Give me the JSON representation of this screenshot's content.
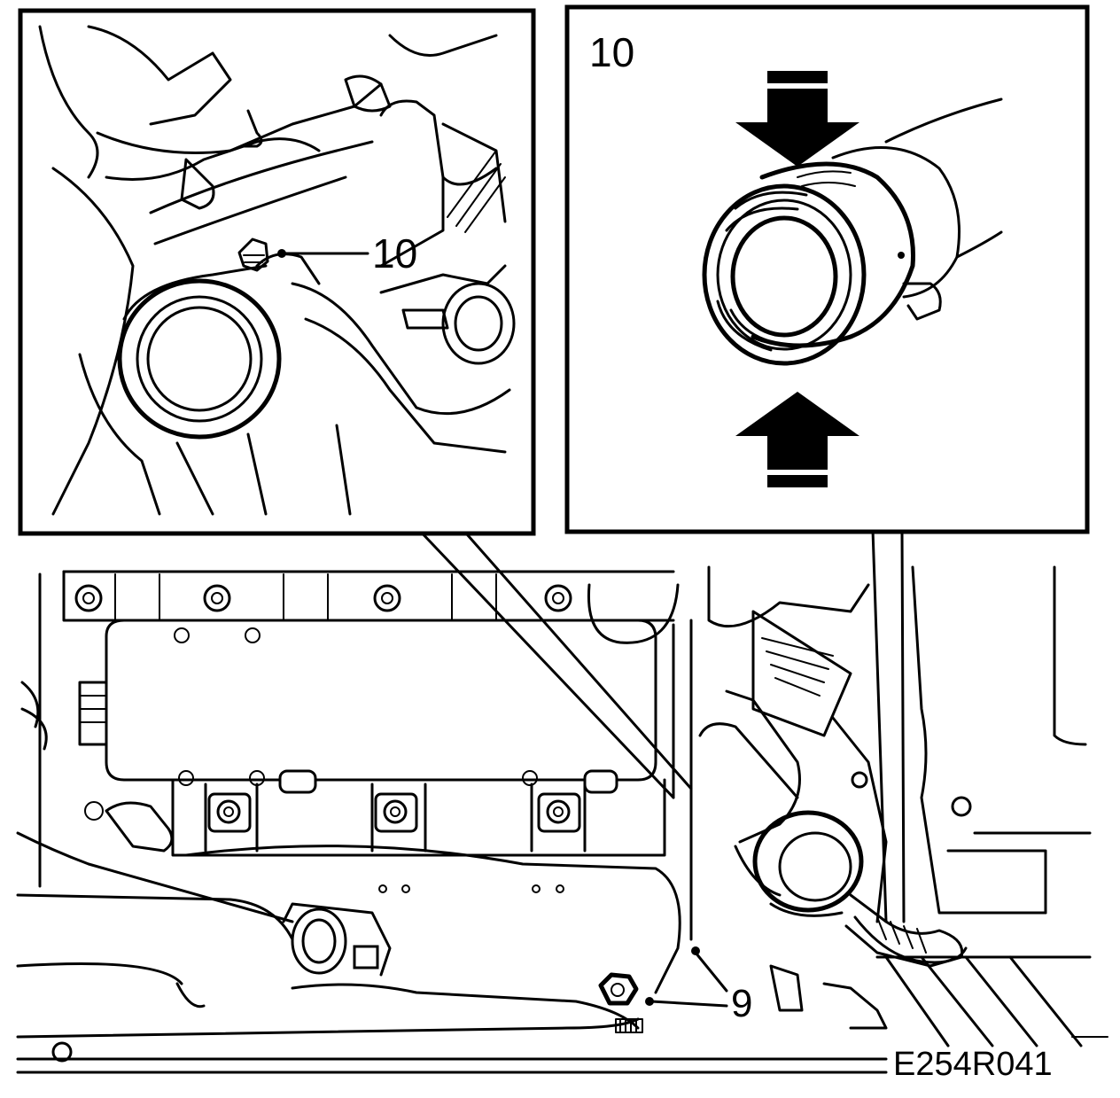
{
  "figure_code": "E254R041",
  "callouts": {
    "detail_left": "10",
    "detail_right": "10",
    "main": "9"
  },
  "icons": {
    "arrow_down": "press-down-arrow-icon",
    "arrow_up": "press-up-arrow-icon"
  },
  "colors": {
    "ink": "#000000",
    "paper": "#ffffff"
  }
}
